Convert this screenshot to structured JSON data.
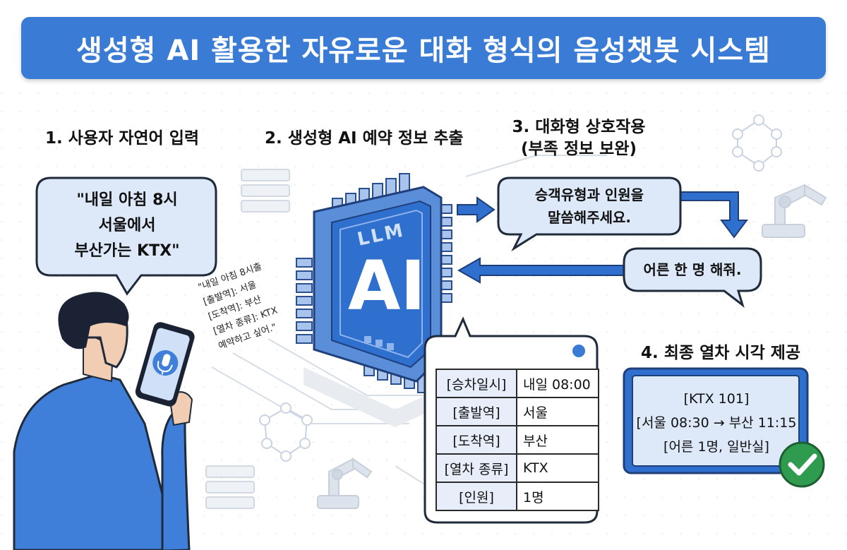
{
  "title": "생성형 AI 활용한 자유로운 대화 형식의 음성챗봇 시스템",
  "steps": {
    "step1": "1. 사용자 자연어 입력",
    "step2": "2. 생성형 AI 예약 정보 추출",
    "step3_line1": "3. 대화형 상호작용",
    "step3_line2": "(부족 정보 보완)",
    "step4": "4. 최종 열차 시각 제공"
  },
  "user_speech": "\"내일 아침 8시\n서울에서\n부산가는 KTX\"",
  "chip": {
    "small_label": "LLM",
    "big_label": "AI"
  },
  "slanted_text": [
    "\"내일 아침 8시출",
    "[출발역]: 서울",
    "[도착역]: 부산",
    "[열차 종류]: KTX",
    "예약하고 싶어.\""
  ],
  "bot_question": "승객유형과 인원을\n말씀해주세요.",
  "user_reply": "어른 한 명 해줘.",
  "extracted_table": [
    {
      "key": "[승차일시]",
      "value": "내일 08:00"
    },
    {
      "key": "[출발역]",
      "value": "서울"
    },
    {
      "key": "[도착역]",
      "value": "부산"
    },
    {
      "key": "[열차 종류]",
      "value": "KTX"
    },
    {
      "key": "[인원]",
      "value": "1명"
    }
  ],
  "final_result": {
    "line1": "[KTX 101]",
    "line2": "[서울 08:30 → 부산 11:15",
    "line3": "[어른 1명, 일반실]"
  },
  "colors": {
    "banner": "#3a7bd5",
    "bubble_fill": "#dde8f8",
    "chip_body": "#5b8ed8",
    "chip_core": "#2f6fce",
    "arrow": "#2f6fce",
    "check_green": "#2e9b4e",
    "person_shirt": "#3f7fd9",
    "person_hair": "#1b2233"
  },
  "icons": [
    "microphone-icon",
    "checkmark-icon",
    "robot-arm-icon",
    "molecule-icon",
    "server-icon"
  ]
}
